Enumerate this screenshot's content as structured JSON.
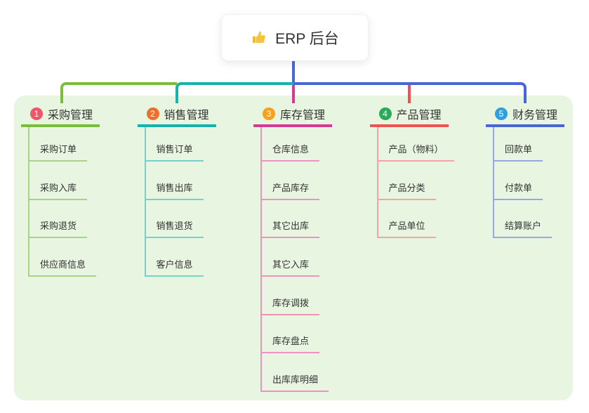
{
  "root": {
    "label": "ERP 后台",
    "icon": "thumbs-up-icon",
    "icon_color": "#f5c538",
    "icon_cuff_color": "#edb32c",
    "edge_color": "#4a66d6"
  },
  "panel": {
    "color": "#e8f5e1"
  },
  "text_color": "#333333",
  "branches": [
    {
      "slug": "purchase",
      "badge": "1",
      "label": "采购管理",
      "colors": {
        "badge": "#f0556a",
        "line": "#7cbc3d",
        "sub": "#a8d385"
      },
      "items": [
        "采购订单",
        "采购入库",
        "采购退货",
        "供应商信息"
      ]
    },
    {
      "slug": "sales",
      "badge": "2",
      "label": "销售管理",
      "colors": {
        "badge": "#ef6f2e",
        "line": "#15b3ab",
        "sub": "#79cfc9"
      },
      "items": [
        "销售订单",
        "销售出库",
        "销售退货",
        "客户信息"
      ]
    },
    {
      "slug": "inventory",
      "badge": "3",
      "label": "库存管理",
      "colors": {
        "badge": "#f7a11d",
        "line": "#d23b8f",
        "sub": "#ef92c2"
      },
      "items": [
        "仓库信息",
        "产品库存",
        "其它出库",
        "其它入库",
        "库存调拨",
        "库存盘点",
        "出库库明细"
      ]
    },
    {
      "slug": "product",
      "badge": "4",
      "label": "产品管理",
      "colors": {
        "badge": "#2bab58",
        "line": "#ef5254",
        "sub": "#f6a3a4"
      },
      "items": [
        "产品（物料）",
        "产品分类",
        "产品单位"
      ]
    },
    {
      "slug": "finance",
      "badge": "5",
      "label": "财务管理",
      "colors": {
        "badge": "#319fdb",
        "line": "#4a66d6",
        "sub": "#96a7e8"
      },
      "items": [
        "回款单",
        "付款单",
        "结算账户"
      ]
    }
  ]
}
